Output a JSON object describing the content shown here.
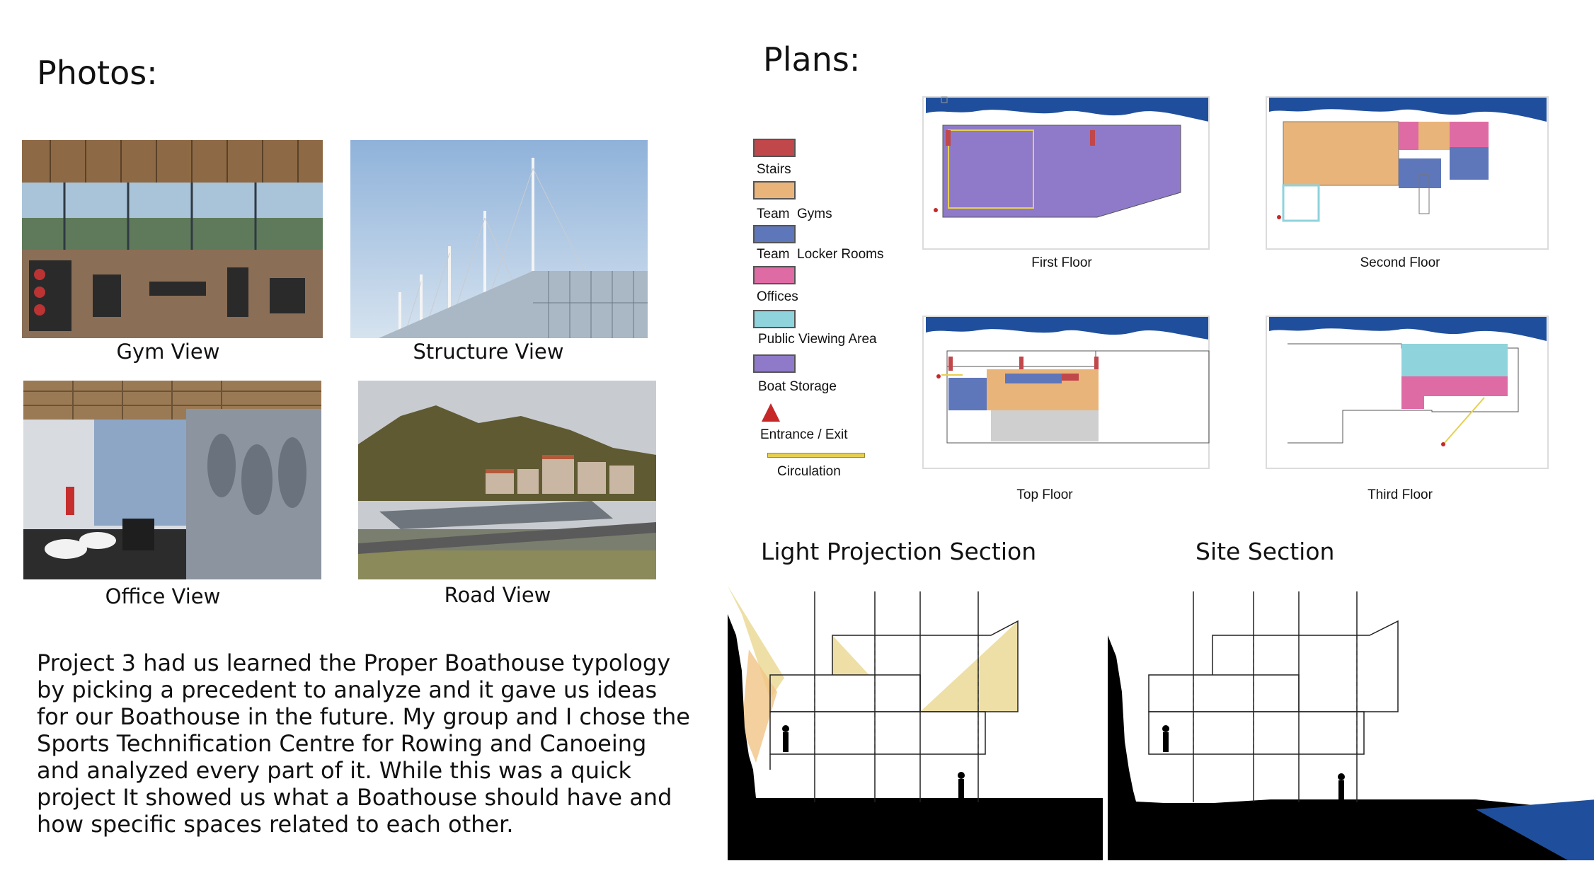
{
  "photos": {
    "heading": "Photos:",
    "captions": {
      "gym": "Gym View",
      "structure": "Structure View",
      "office": "Office View",
      "road": "Road View"
    },
    "description": "Project 3 had us learned the Proper Boathouse typology by picking a precedent to analyze and it gave us ideas for our Boathouse in the future. My group and I chose the Sports Technification Centre for Rowing and Canoeing and analyzed every part of it.  While this was a quick project It showed us what a Boathouse should have and how specific spaces related to each other."
  },
  "plans": {
    "heading": "Plans:",
    "legend": [
      {
        "label": "Stairs",
        "color": "#c0474a"
      },
      {
        "label": "Team  Gyms",
        "color": "#e9b47a"
      },
      {
        "label": "Team  Locker Rooms",
        "color": "#5e76ba"
      },
      {
        "label": "Offices",
        "color": "#de6ba4"
      },
      {
        "label": "Public Viewing Area",
        "color": "#8fd3dc"
      },
      {
        "label": "Boat Storage",
        "color": "#8e7ac9"
      },
      {
        "label": "Entrance / Exit",
        "color": "#c62828"
      },
      {
        "label": "Circulation",
        "color": "#e6cf4f"
      }
    ],
    "floors": {
      "first": "First Floor",
      "second": "Second Floor",
      "top": "Top Floor",
      "third": "Third Floor"
    }
  },
  "sections": {
    "light": "Light Projection Section",
    "site": "Site Section"
  },
  "colors": {
    "water": "#1f4f9c",
    "light_fill": "#eedfa6",
    "ground": "#000000"
  }
}
